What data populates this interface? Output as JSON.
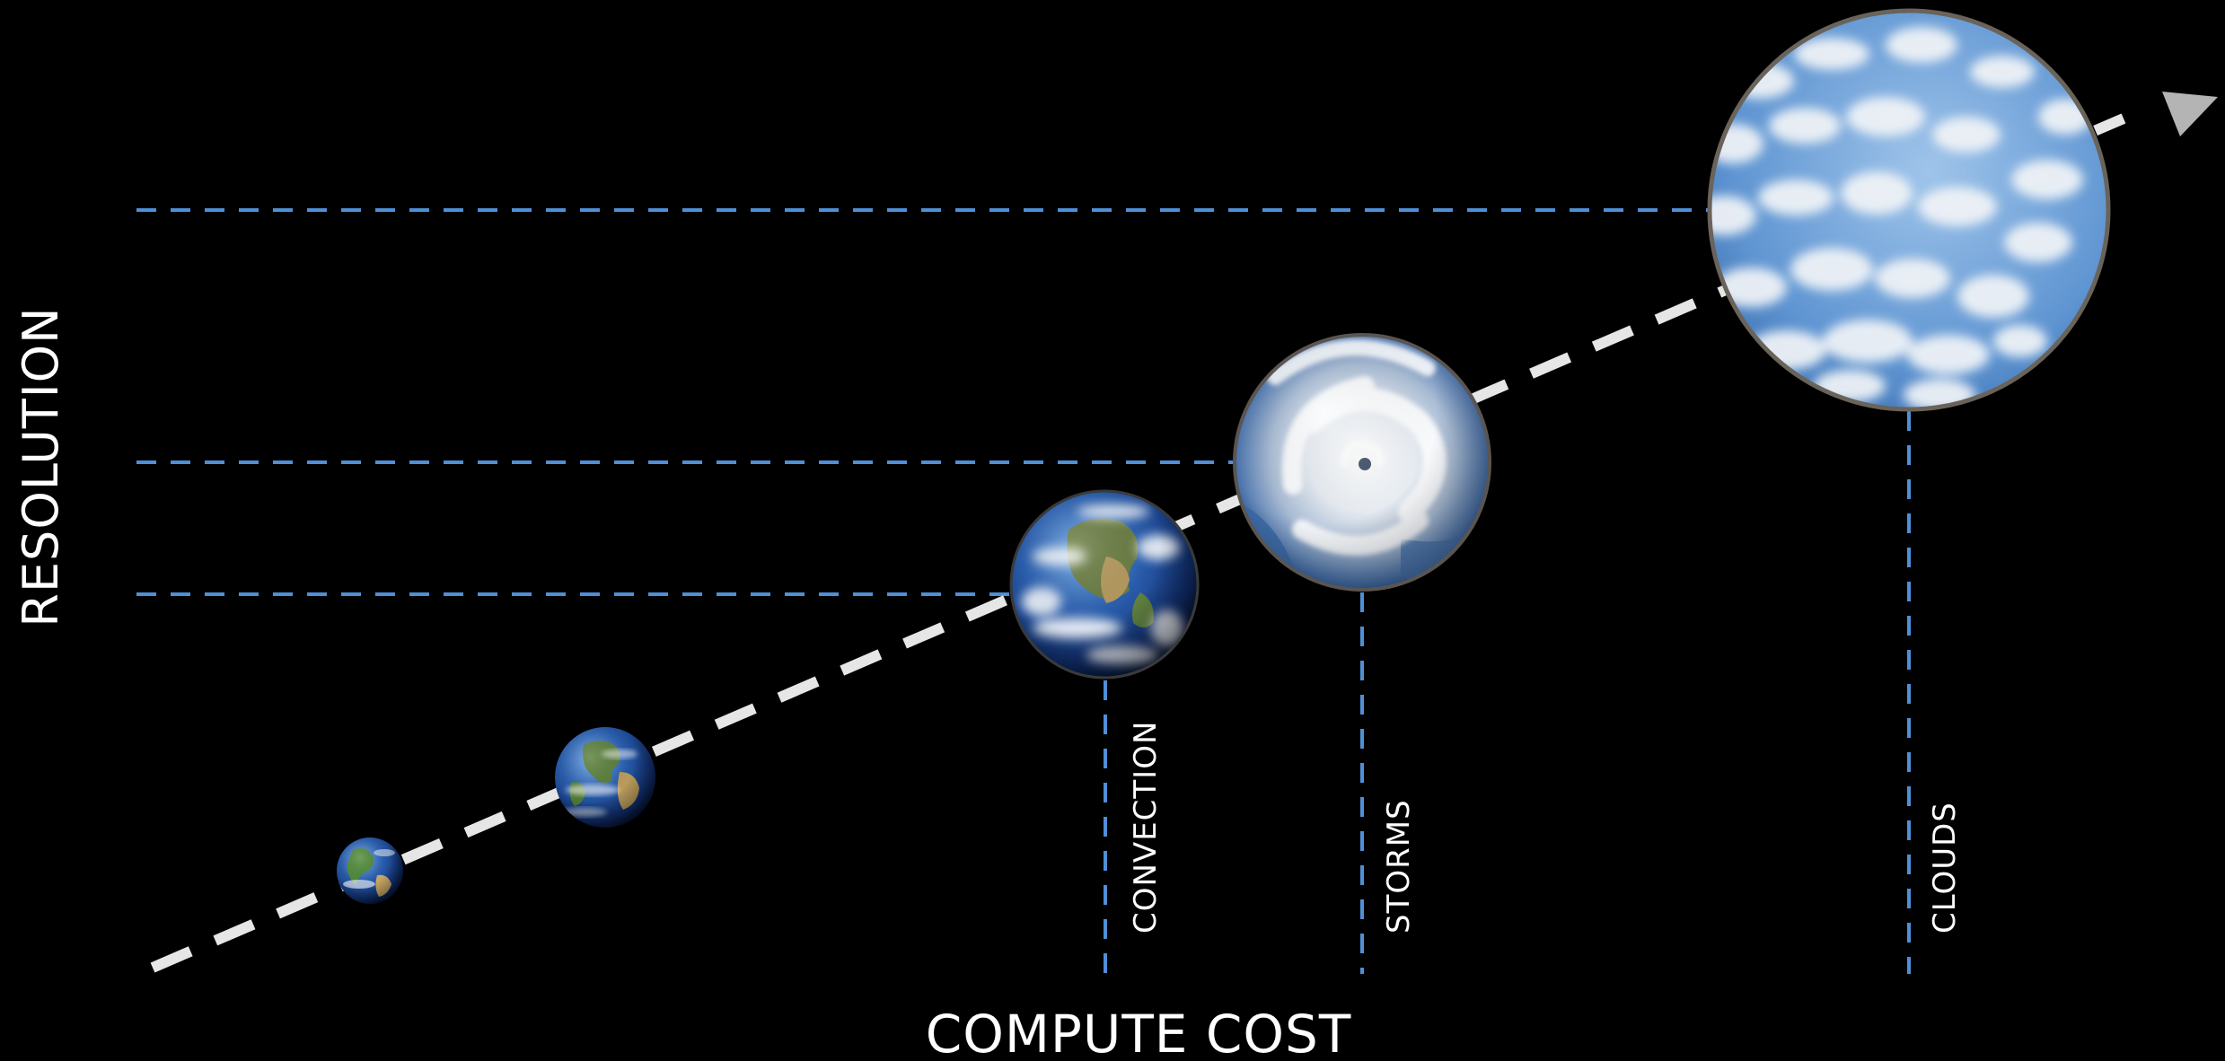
{
  "axes": {
    "y_label": "RESOLUTION",
    "x_label": "COMPUTE COST"
  },
  "scales": [
    {
      "label": "CONVECTION"
    },
    {
      "label": "STORMS"
    },
    {
      "label": "CLOUDS"
    }
  ],
  "colors": {
    "background": "#000000",
    "guide_lines": "#4f8fd6",
    "trend_arrow": "#e6e6e6",
    "arrow_head": "#b4b4b4",
    "text": "#ffffff"
  },
  "icons": [
    "globe-small-icon",
    "globe-medium-icon",
    "earth-convection-icon",
    "hurricane-storm-icon",
    "cloud-field-icon"
  ]
}
